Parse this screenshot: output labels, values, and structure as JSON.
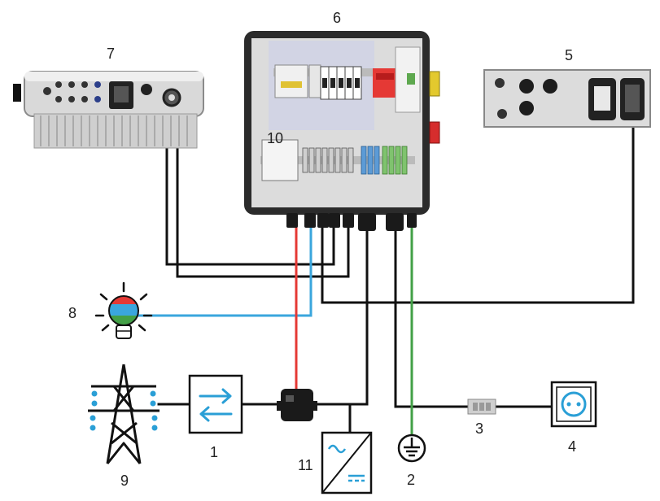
{
  "labels": {
    "inverter_1": "1",
    "ground_2": "2",
    "connector_3": "3",
    "socket_4": "4",
    "battery_box_5": "5",
    "cabinet_6": "6",
    "pv_inverter_7": "7",
    "rgb_lamp_8": "8",
    "grid_tower_9": "9",
    "meter_10": "10",
    "inverter_11": "11"
  },
  "colors": {
    "wire": "#111111",
    "red_wire": "#e53935",
    "blue_wire": "#3aa6dd",
    "green_wire": "#43a047",
    "cabinet_frame": "#2b2b2b",
    "panel": "#dcdcdc",
    "icon_blue": "#2a9fd6"
  }
}
